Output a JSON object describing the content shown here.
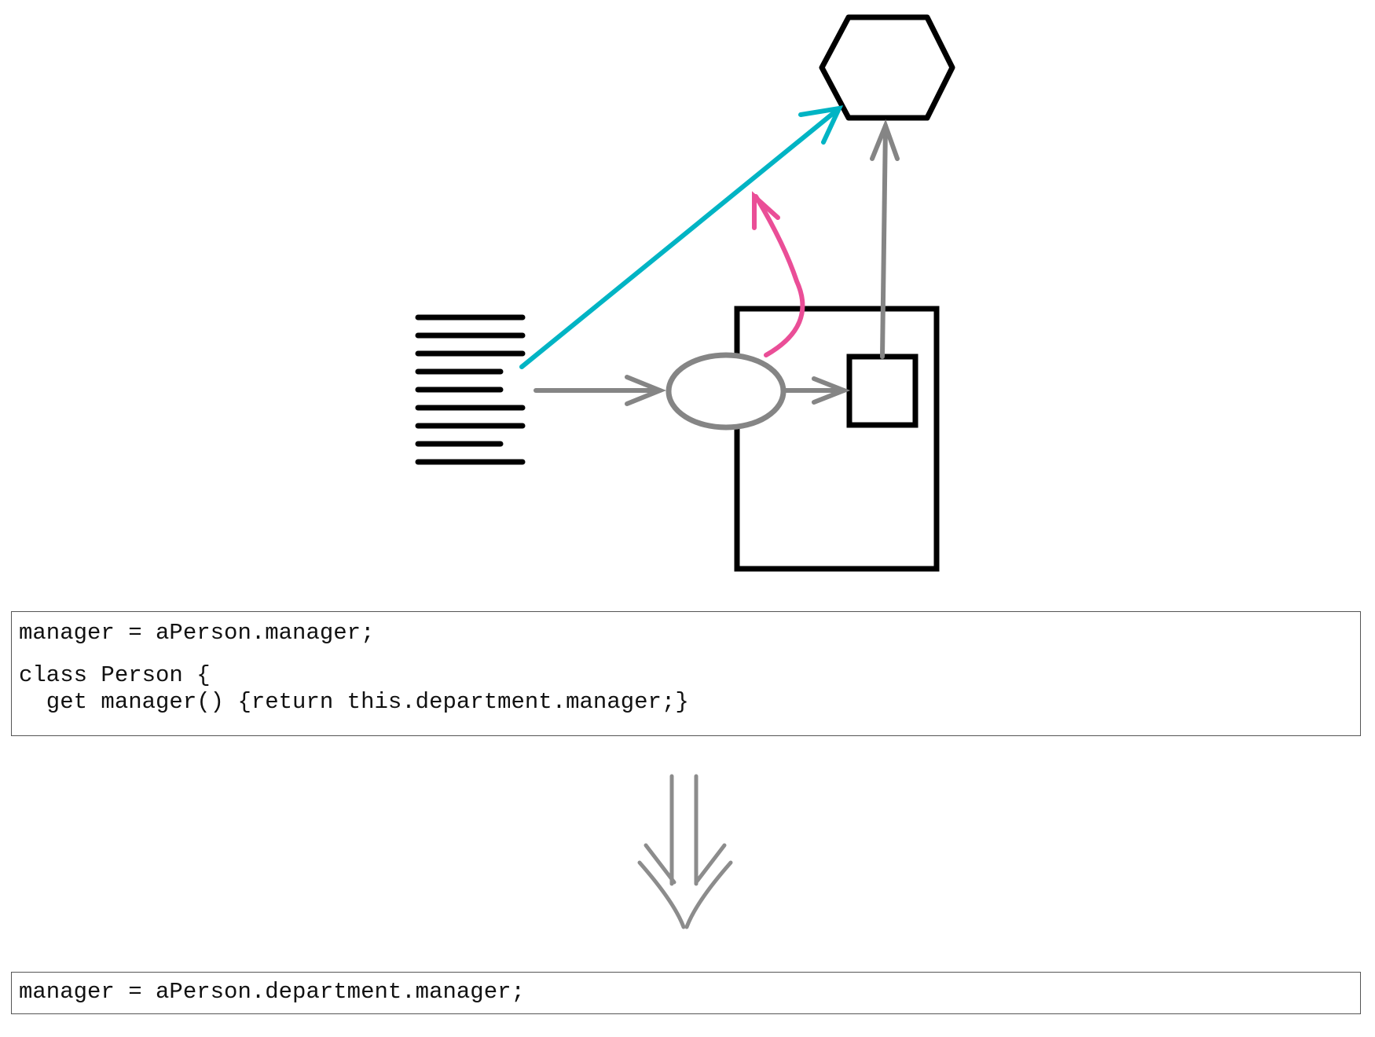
{
  "colors": {
    "outline": "#000000",
    "gray_arrow": "#858585",
    "teal_arrow": "#00b4c4",
    "pink_arrow": "#ea4e97"
  },
  "shapes": {
    "client_code": "lines-icon",
    "target_object": "hexagon-icon",
    "server_object": "rectangle-icon",
    "delegate_method": "oval-icon",
    "delegate_field": "square-icon"
  },
  "code_before": {
    "lines": [
      "manager = aPerson.manager;",
      "",
      "class Person {",
      "  get manager() {return this.department.manager;}"
    ]
  },
  "transform_arrow": "double-down-arrow-icon",
  "code_after": {
    "lines": [
      "manager = aPerson.department.manager;"
    ]
  }
}
